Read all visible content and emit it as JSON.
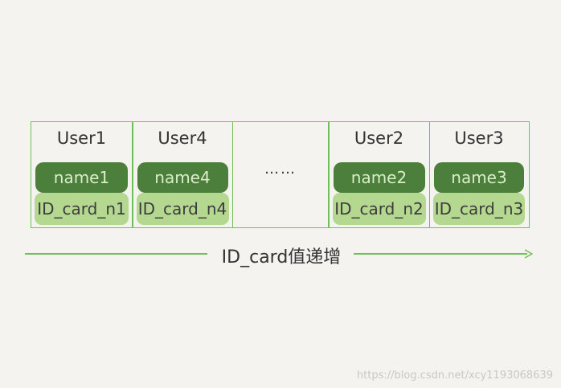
{
  "records": [
    {
      "user": "User1",
      "name": "name1",
      "id_card": "ID_card_n1"
    },
    {
      "user": "User4",
      "name": "name4",
      "id_card": "ID_card_n4"
    },
    {
      "ellipsis": "……"
    },
    {
      "user": "User2",
      "name": "name2",
      "id_card": "ID_card_n2"
    },
    {
      "user": "User3",
      "name": "name3",
      "id_card": "ID_card_n3"
    }
  ],
  "arrow_label": "ID_card值递增",
  "watermark": "https://blog.csdn.net/xcy1193068639",
  "colors": {
    "border": "#6fbf5a",
    "name_pill": "#4d7f3c",
    "id_pill": "#b5d891",
    "background": "#f4f3ef"
  }
}
